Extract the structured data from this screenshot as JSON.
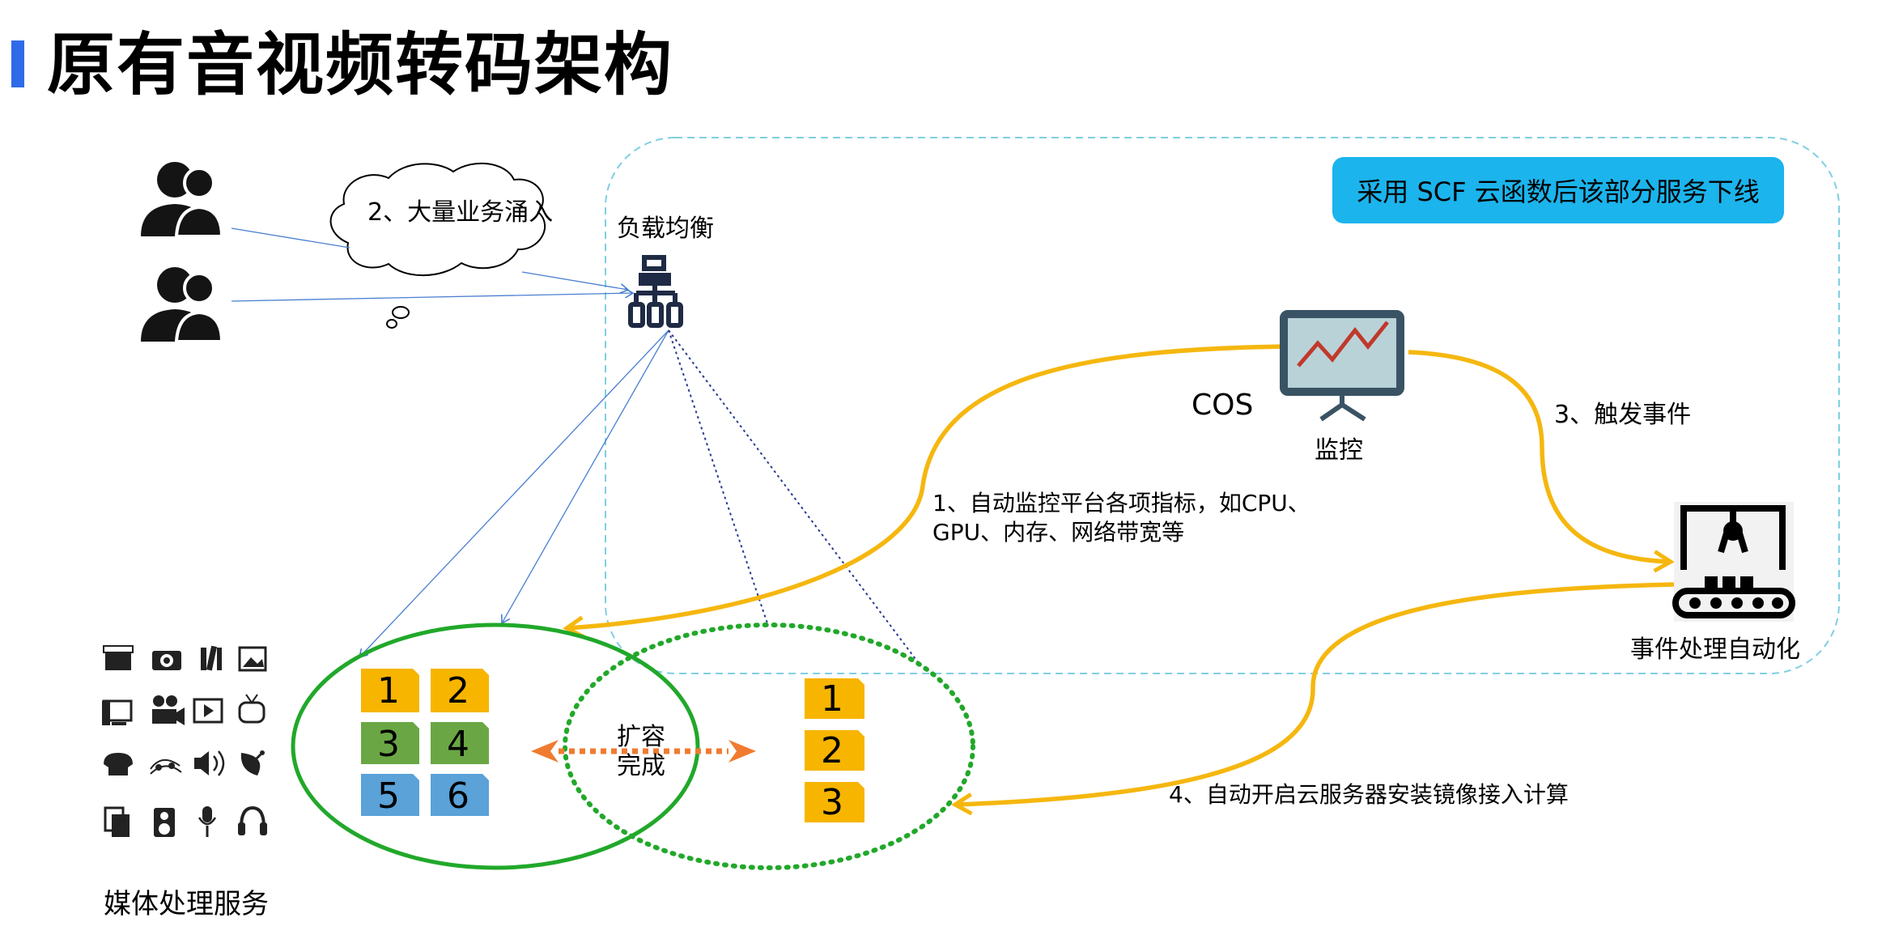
{
  "title": "原有音视频转码架构",
  "banner": "采用 SCF 云函数后该部分服务下线",
  "labels": {
    "business": "2、大量业务涌入",
    "load_balancer": "负载均衡",
    "cos": "COS",
    "monitor": "监控",
    "trigger": "3、触发事件",
    "metrics_line1": "1、自动监控平台各项指标，如CPU、",
    "metrics_line2": "GPU、内存、网络带宽等",
    "event_automation": "事件处理自动化",
    "auto_start": "4、自动开启云服务器安装镜像接入计算",
    "scale_line1": "扩容",
    "scale_line2": "完成",
    "media_service": "媒体处理服务"
  },
  "server_group_left": [
    "1",
    "2",
    "3",
    "4",
    "5",
    "6"
  ],
  "server_group_right": [
    "1",
    "2",
    "3"
  ],
  "icons": {
    "users": "users-icon",
    "cloud": "cloud-icon",
    "load_balancer": "hierarchy-icon",
    "monitor": "monitor-chart-icon",
    "automation": "robot-arm-conveyor-icon",
    "media": [
      "clapperboard-icon",
      "camera-icon",
      "books-icon",
      "image-icon",
      "desktop-icon",
      "projector-icon",
      "video-player-icon",
      "tv-icon",
      "telephone-icon",
      "music-notes-icon",
      "speaker-volume-icon",
      "satellite-dish-icon",
      "documents-icon",
      "loudspeaker-icon",
      "microphone-icon",
      "headphones-icon"
    ]
  },
  "colors": {
    "accent_blue": "#2f6be8",
    "banner": "#1bb4ec",
    "yellow_tile": "#f7b500",
    "green_tile": "#6aa744",
    "blue_tile": "#5aa2d8",
    "arrow_yellow": "#f5b70f",
    "circle_green": "#21a82a",
    "arrow_orange": "#f07b30",
    "dashed_region": "#7fcfe3"
  }
}
